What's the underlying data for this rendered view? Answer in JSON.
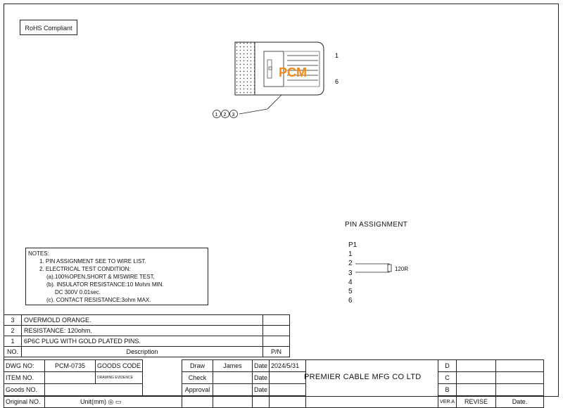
{
  "rohs": "RoHS Compliant",
  "drawing": {
    "pin_top": "1",
    "pin_bottom": "6",
    "balloons": [
      "1",
      "2",
      "3"
    ],
    "watermark": "PCM"
  },
  "notes": {
    "title": "NOTES:",
    "lines": [
      "1. PIN ASSIGNMENT SEE TO WIRE LIST.",
      "2. ELECTRICAL TEST CONDITION:",
      "(a).100%OPEN,SHORT & MISWIRE TEST,",
      "(b). INSULATOR RESISTANCE:10 Mohm MIN.",
      "DC 300V 0.01sec.",
      "(c). CONTACT RESISTANCE:3ohm MAX."
    ]
  },
  "pin_assignment": {
    "title": "PIN  ASSIGNMENT",
    "connector": "P1",
    "pins": [
      "1",
      "2",
      "3",
      "4",
      "5",
      "6"
    ],
    "resistor": "120R"
  },
  "bom": {
    "rows": [
      {
        "no": "3",
        "desc": "OVERMOLD  ORANGE.",
        "pn": ""
      },
      {
        "no": "2",
        "desc": "RESISTANCE: 120ohm.",
        "pn": ""
      },
      {
        "no": "1",
        "desc": "6P6C PLUG  WITH GOLD PLATED PINS.",
        "pn": ""
      }
    ],
    "header": {
      "no": "NO.",
      "desc": "Description",
      "pn": "P/N"
    }
  },
  "title_block": {
    "dwg_no_label": "DWG NO:",
    "dwg_no": "PCM-0735",
    "goods_code_label": "GOODS CODE",
    "item_no_label": "ITEM NO.",
    "drawing_evidence_label": "DRAWING EVIDENCE",
    "goods_no_label": "Goods NO.",
    "original_no_label": "Original NO.",
    "unit_label": "Unit(mm)",
    "draw_label": "Draw",
    "draw_name": "James",
    "check_label": "Check",
    "approval_label": "Approval",
    "date_label": "Date",
    "date": "2024/5/31",
    "company": "PREMIER CABLE MFG CO LTD",
    "rev_d": "D",
    "rev_c": "C",
    "rev_b": "B",
    "ver_label": "VER.A",
    "revise_label": "REVISE",
    "rev_date_label": "Date."
  }
}
